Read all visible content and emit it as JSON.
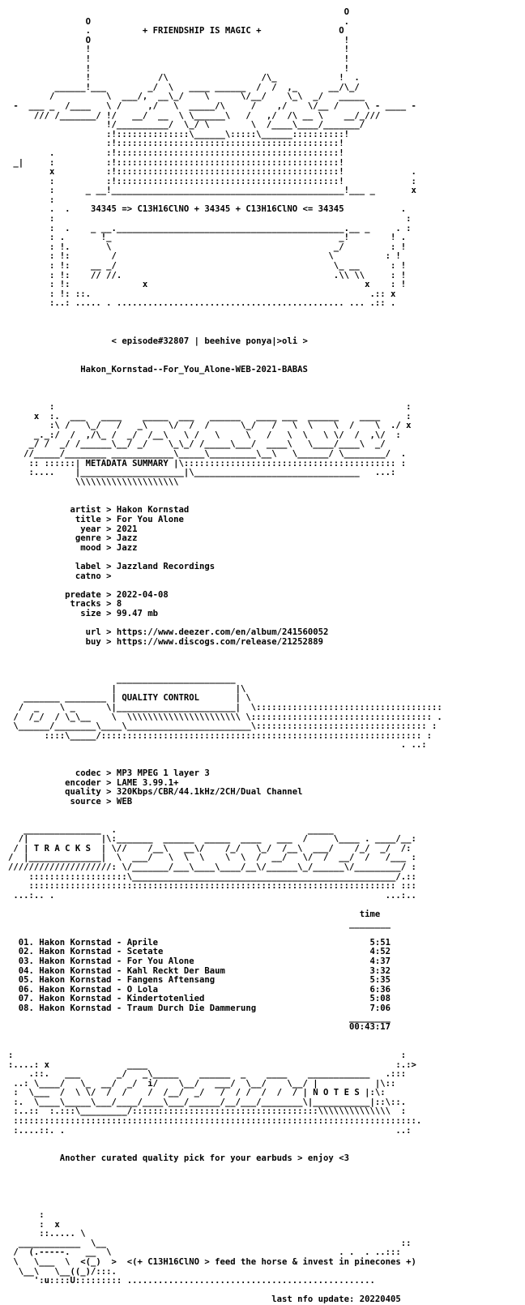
{
  "nfo": {
    "lines": [
      "                                                                 O",
      "               O                                                 .",
      "               .          + FRIENDSHIP IS MAGIC +               O",
      "               O                                                 !",
      "               !                                                 !",
      "               !                                                 !",
      "               !                                                 !",
      "               !             /\\                  /\\_            !  .",
      "         ______!___        _/  \\   ____ ______  /  /  ,_      __/\\_/",
      "        /          \\  ___/,  __\\_/    \\      \\/__/    \\_\\  _/   _____",
      " -  ___ _  /____   \\ /     ,/   \\  _____/\\     /    ,/    \\/__ /     \\ - ____ -",
      "     /// /_______/ !/   __/  __  \\ \\______\\   /   ,/  /\\ __ \\    __/_///",
      "                   !/__________/  \\_/ \\        \\  /____\\____/_______/",
      "                   :!::::::::::::::\\______\\:::::\\______::::::::::!",
      "                   :!:::::::::::::::::::::::::::::::::::::::::::!",
      "        .          :!:::::::::::::::::::::::::::::::::::::::::::!",
      " _|     :          :!:::::::::::::::::::::::::::::::::::::::::::!",
      "        x          :!:::::::::::::::::::::::::::::::::::::::::::!             .",
      "        :          :!:::::::::::::::::::::::::::::::::::::::::::!             :",
      "        :      _ __!_____________________________________________!___ _       x",
      "        :",
      "        .  .    34345 => C13H16ClNO + 34345 + C13H16ClNO <= 34345           .",
      "        :                                                                    :",
      "        :  .    _ __.____________________________________________.__ _     . :",
      "        : .       !_                                            _!        ! .",
      "        : !.       \\                                           _/         : !",
      "        : !:        /                                         \\          : !",
      "        : !:    __ _/                                          \\_ __      : !",
      "        : !:    // //.                                         .\\\\ \\\\     : !",
      "        : !:              x                                          x    : !",
      "        : !: ::.                                                      .:: x",
      "        :..: ..... . ............................................ ... .:: .",
      "",
      "",
      "",
      "                    < episode#32807 | beehive ponya|>oli >",
      "",
      "",
      "              Hakon_Kornstad--For_You_Alone-WEB-2021-BABAS",
      "",
      "",
      "",
      "        :                                                                    :",
      "     x  :.  ___   ____    _____  ___   ______   ____ ___  ______    ____     :",
      "        :\\ /   \\_/   /   _\\    \\/  /  /      \\_/   /   \\  \\    \\  /    \\  ./ x",
      "     _._:/  /  ,/\\_ /  _/  /__\\   \\ /   \\     \\   /   \\  \\   \\ \\/  /  ,\\/  :",
      "    _/ /  _/ /______\\__/ _/    \\_\\_/ /_____\\___/  ____\\   \\____/____\\  _/",
      "   //_____/________ ____________\\_____\\_________\\__\\   \\______/ \\________/  .",
      "    :: ::::::| METADATA SUMMARY |\\::::::::::::::::::::::::::::::::::::::::: :",
      "    :....    |____________________|\\________________________________   ...:",
      "             \\\\\\\\\\\\\\\\\\\\\\\\\\\\\\\\\\\\\\\\",
      "",
      "",
      "            artist > Hakon Kornstad",
      "             title > For You Alone",
      "              year > 2021",
      "             genre > Jazz",
      "              mood > Jazz",
      "",
      "             label > Jazzland Recordings",
      "             catno >",
      "",
      "           predate > 2022-04-08",
      "            tracks > 8",
      "              size > 99.47 mb",
      "",
      "               url > https://www.deezer.com/en/album/241560052",
      "               buy > https://www.discogs.com/release/21252889",
      "",
      "",
      "",
      "                     _______________________",
      "                    |                       |\\",
      "   _______ ________ | QUALITY CONTROL       | \\",
      "  /  _    \\ _      \\|_______________________|  \\::::::::::::::::::::::::::::::::::::",
      " /  /_/  / \\_\\__    \\  \\\\\\\\\\\\\\\\\\\\\\\\\\\\\\\\\\\\\\\\\\\\ \\::::::::::::::::::::::::::::::::::: .",
      " \\______/________\\____\\________________________\\::::::::::::::::::::::::::::::::: :",
      "       ::::\\_____/:::::::::::::::::::::::::::::::::::::::::::::::::::::::::::::: :",
      "                                                                            . ..:",
      "",
      "",
      "             codec > MP3 MPEG 1 layer 3",
      "           encoder > LAME 3.99.1+",
      "           quality > 320Kbps/CBR/44.1kHz/2CH/Dual Channel",
      "            source > WEB",
      "",
      "",
      "   _______________  .                                     _____",
      "  /|              |\\:_______  ______  _____  ____   ___  /     \\____ . ____/__:",
      " / | T R A C K S  | \\//    /__\\   __\\/    /_/   \\_/  /__\\  ___/    /_/  _/  /:",
      "/  |______________|  \\  ___/   \\  \\  \\    \\  \\  /  __/   \\/  /  __/  /   /___ :",
      "////////////////////: \\/_______/___\\____\\____/__\\/______\\_/______\\/_________/ :",
      "    :::::::::::::::::::\\___________________________________________________/.::",
      "    ::::::::::::::::::::::::::::::::::::::::::::::::::::::::::::::::::::::: :::",
      " ...:.. .                                                                ...:..",
      "",
      "                                                                    time",
      "                                                                  ________",
      "",
      "  01. Hakon Kornstad - Aprile                                         5:51",
      "  02. Hakon Kornstad - Scetate                                        4:52",
      "  03. Hakon Kornstad - For You Alone                                  4:37",
      "  04. Hakon Kornstad - Kahl Reckt Der Baum                            3:32",
      "  05. Hakon Kornstad - Fangens Aftensang                              5:35",
      "  06. Hakon Kornstad - O Lola                                         6:36",
      "  07. Hakon Kornstad - Kindertotenlied                                5:08",
      "  08. Hakon Kornstad - Traum Durch Die Dammerung                      7:06",
      "                                                                  ________",
      "                                                                  00:43:17",
      "",
      "",
      ":                                                                           :",
      ":....: x               ____                                                :.:>",
      "    .::.   ___       _/   _\\_____    ______  _    ____    ____________   .:::",
      " ..: \\____/   \\_  __/  _/  i/    \\__/   ___/  \\__/    \\__/ |           |\\::",
      " :  \\___  /  \\ \\/  /  /    /  /__/  _/   /  / /  /  /  / | N O T E S |:\\:",
      " :.  \\____\\_____\\___/____/____\\___/______/__/___/________\\|___________|::\\::.",
      " :..::  :.:::\\_________/::::::::::::::::::::::::::::::::::::\\\\\\\\\\\\\\\\\\\\\\\\\\\\  :",
      " ::::::::::::::::::::::::::::::::::::::::::::::::::::::::::::::::::::::::::::::.",
      " :....::. .                                                                ..:",
      "",
      "",
      "          Another curated quality pick for your earbuds > enjoy <3",
      "",
      "",
      "",
      "",
      "",
      "      :",
      "      :  x",
      "      ::..... \\",
      "  ____________  \\__                                                         ::",
      " /  (.-----.   __  \\                                            . .  . ..:::",
      " \\   \\___  \\  <(_)  >  <(+ C13H16ClNO > feed the horse & invest in pinecones +)",
      "  \\__\\   \\__((_)/:::.",
      "     ':u::::U::::::::: ................................................",
      "",
      "                                                   last nfo update: 20220405"
    ]
  }
}
